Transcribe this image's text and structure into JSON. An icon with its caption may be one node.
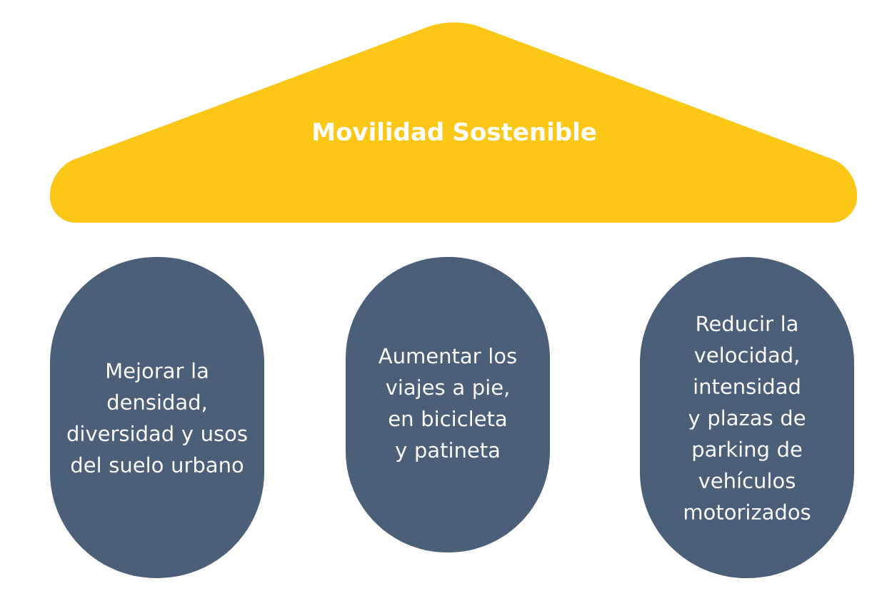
{
  "diagram": {
    "nodes": [
      {
        "text": [
          "Movilidad Sostenible"
        ]
      },
      {
        "text": [
          "Mejorar la densidad, diversidad y usos del suelo urbano"
        ]
      },
      {
        "text": [
          "Aumentar los viajes a pie, en bicicleta y patineta"
        ]
      },
      {
        "text": [
          "Reducir la velocidad, intensidad y plazas de parking de vehículos motorizados"
        ]
      }
    ]
  }
}
